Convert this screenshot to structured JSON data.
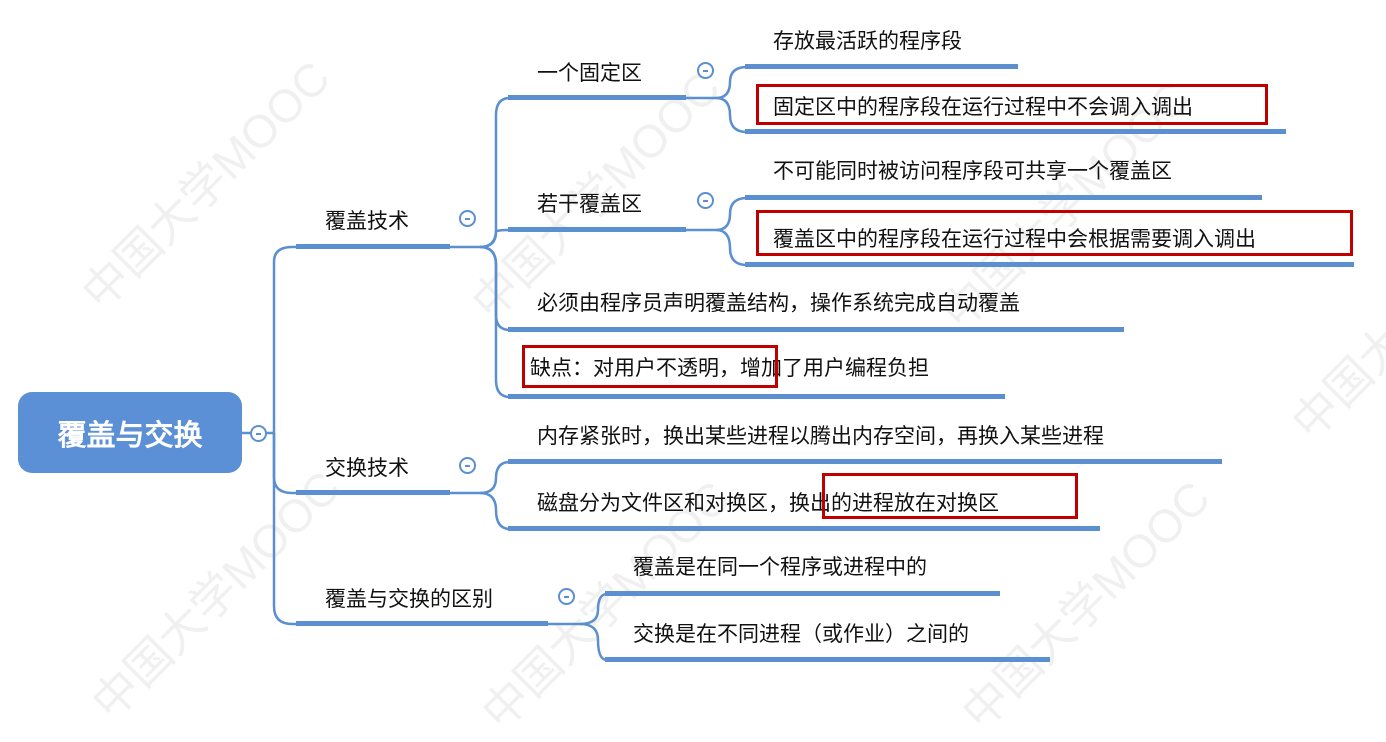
{
  "watermark": "中国大学MOOC",
  "colors": {
    "line": "#5B8FD0",
    "root": "#5B8FD6",
    "highlight": "#C00000"
  },
  "root": {
    "label": "覆盖与交换"
  },
  "overlay": {
    "label": "覆盖技术",
    "fixed": {
      "label": "一个固定区",
      "children": [
        "存放最活跃的程序段",
        "固定区中的程序段在运行过程中不会调入调出"
      ]
    },
    "areas": {
      "label": "若干覆盖区",
      "children": [
        "不可能同时被访问程序段可共享一个覆盖区",
        "覆盖区中的程序段在运行过程中会根据需要调入调出"
      ]
    },
    "declare": "必须由程序员声明覆盖结构，操作系统完成自动覆盖",
    "drawback_a": "缺点：对用户不透明，",
    "drawback_b": "增加了用户编程负担"
  },
  "swap": {
    "label": "交换技术",
    "c1": "内存紧张时，换出某些进程以腾出内存空间，再换入某些进程",
    "c2a": "磁盘分为文件区和对换区，",
    "c2b": "换出的进程放在对换区"
  },
  "diff": {
    "label": "覆盖与交换的区别",
    "children": [
      "覆盖是在同一个程序或进程中的",
      "交换是在不同进程（或作业）之间的"
    ]
  }
}
